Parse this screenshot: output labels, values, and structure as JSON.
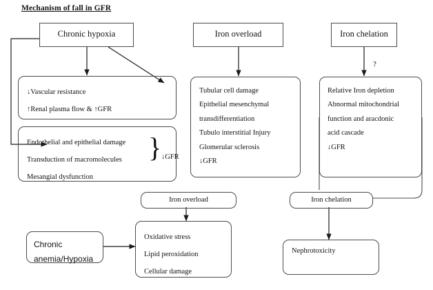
{
  "diagram": {
    "title": "Mechanism of fall in GFR",
    "nodes": {
      "chronic_hypoxia": "Chronic hypoxia",
      "iron_overload_top": "Iron overload",
      "iron_chelation_top": "Iron chelation",
      "hemodynamics": "↓Vascular resistance\n↑Renal plasma flow & ↑GFR",
      "structural_damage": "Endothelial and epithelial damage\nTransduction of macromolecules\nMesangial dysfunction",
      "structural_damage_outcome": "↓GFR",
      "iron_overload_effects": "Tubular cell damage\nEpithelial mesenchymal\ntransdifferentiation\nTubulo interstitial Injury\nGlomerular sclerosis\n↓GFR",
      "iron_chelation_effects": "Relative Iron depletion\nAbnormal mitochondrial\nfunction and aracdonic\nacid cascade\n↓GFR",
      "iron_overload_mid": "Iron overload",
      "iron_chelation_mid": "Iron chelation",
      "chronic_anemia": "Chronic\nanemia/Hypoxia",
      "oxidative_cascade": "Oxidative stress\nLipid peroxidation\nCellular damage",
      "nephrotoxicity": "Nephrotoxicity"
    },
    "annotations": {
      "uncertain_link": "?",
      "brace_glyph": "}"
    },
    "colors": {
      "stroke": "#4a4a4a",
      "text": "#111111",
      "background": "#ffffff"
    }
  }
}
